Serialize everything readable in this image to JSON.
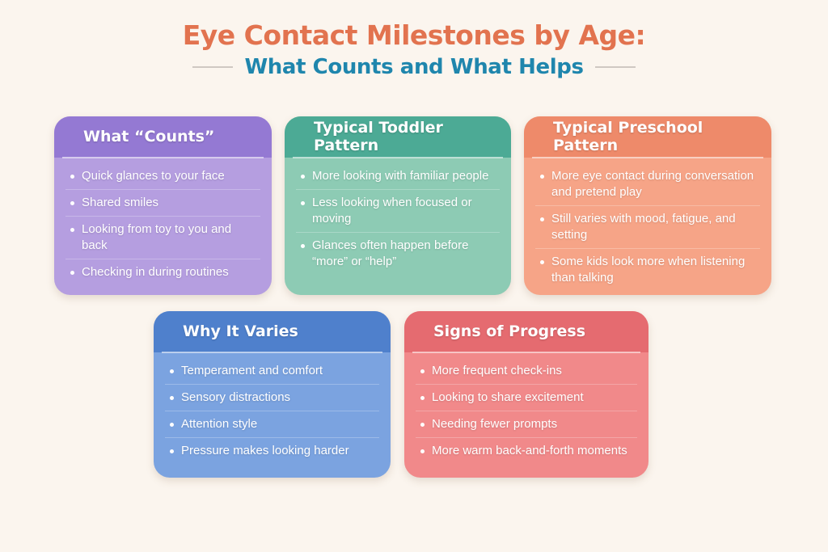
{
  "header": {
    "title": "Eye Contact Milestones by Age:",
    "subtitle": "What Counts and What Helps"
  },
  "colors": {
    "background": "#fbf5ee",
    "title": "#e2734f",
    "subtitle": "#1f86ad",
    "counts": "#9479d3",
    "toddler": "#4caa95",
    "preschool": "#ee8a6a",
    "varies": "#4f80cc",
    "progress": "#e56b70"
  },
  "cards": {
    "counts": {
      "title": "What “Counts”",
      "items": [
        "Quick glances to your face",
        "Shared smiles",
        "Looking from toy to you and back",
        "Checking in during routines"
      ]
    },
    "toddler": {
      "title": "Typical Toddler Pattern",
      "items": [
        "More looking with familiar people",
        "Less looking when focused or moving",
        "Glances often happen before “more” or “help”"
      ]
    },
    "preschool": {
      "title": "Typical Preschool Pattern",
      "items": [
        "More eye contact during conversation and pretend play",
        "Still varies with mood, fatigue, and setting",
        "Some kids look more when listening than talking"
      ]
    },
    "varies": {
      "title": "Why It Varies",
      "items": [
        "Temperament and comfort",
        "Sensory distractions",
        "Attention style",
        "Pressure makes looking harder"
      ]
    },
    "progress": {
      "title": "Signs of Progress",
      "items": [
        "More frequent check-ins",
        "Looking to share excitement",
        "Needing fewer prompts",
        "More warm back-and-forth moments"
      ]
    }
  }
}
